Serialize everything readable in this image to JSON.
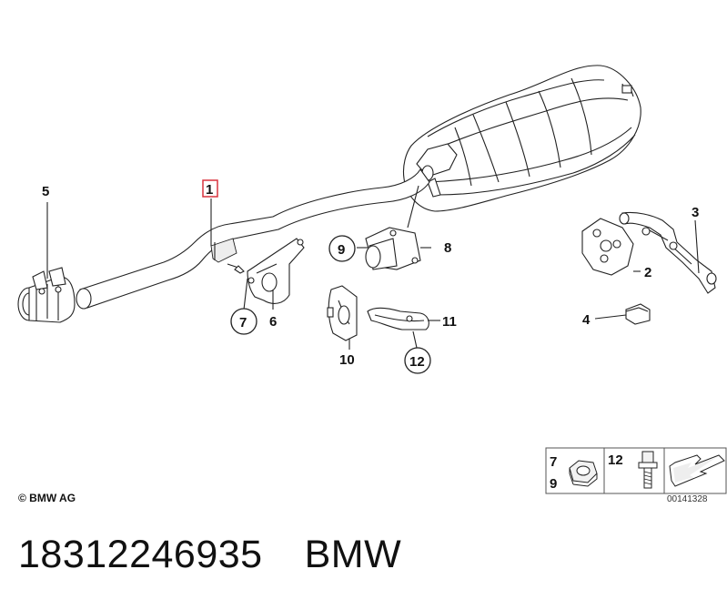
{
  "diagram": {
    "callouts": [
      {
        "id": "c1",
        "text": "1",
        "style": "boxed-red"
      },
      {
        "id": "c2",
        "text": "2",
        "style": "plain"
      },
      {
        "id": "c3",
        "text": "3",
        "style": "plain"
      },
      {
        "id": "c4",
        "text": "4",
        "style": "plain"
      },
      {
        "id": "c5",
        "text": "5",
        "style": "plain"
      },
      {
        "id": "c6",
        "text": "6",
        "style": "plain"
      },
      {
        "id": "c7",
        "text": "7",
        "style": "circled"
      },
      {
        "id": "c8",
        "text": "8",
        "style": "plain"
      },
      {
        "id": "c9",
        "text": "9",
        "style": "circled"
      },
      {
        "id": "c10",
        "text": "10",
        "style": "plain"
      },
      {
        "id": "c11",
        "text": "11",
        "style": "plain"
      },
      {
        "id": "c12",
        "text": "12",
        "style": "circled"
      }
    ],
    "legend": {
      "left_top": "7",
      "left_bottom": "9",
      "middle": "12",
      "code": "00141328"
    },
    "highlight_color": "#d9333f"
  },
  "copyright": "© BMW AG",
  "footer": {
    "part_number": "18312246935",
    "brand": "BMW"
  }
}
